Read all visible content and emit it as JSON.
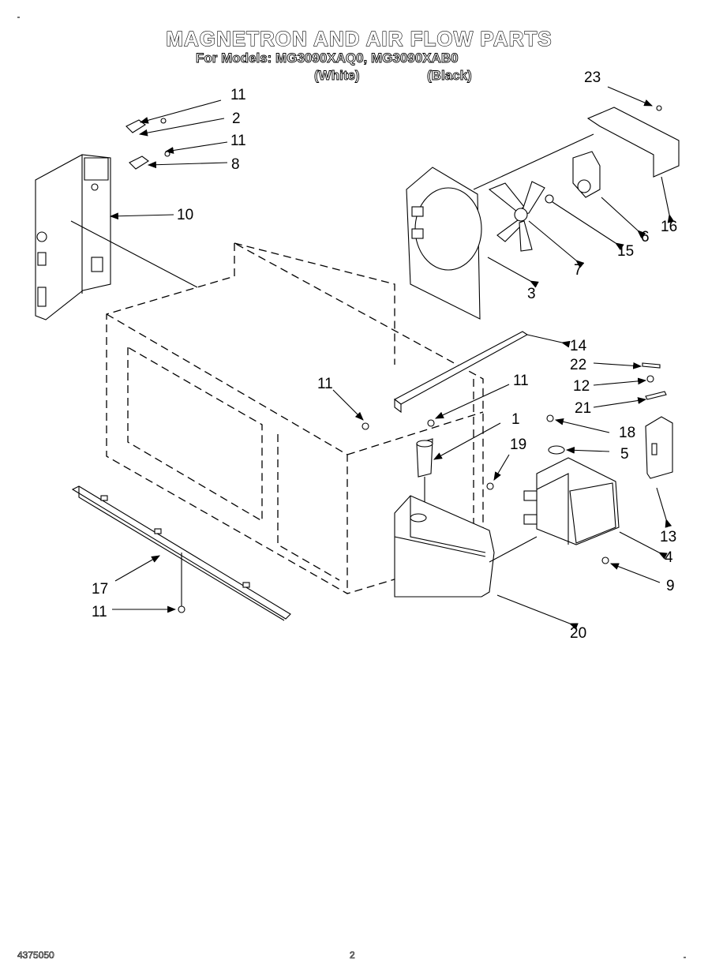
{
  "header": {
    "title": "MAGNETRON AND AIR FLOW PARTS",
    "subtitle": "For Models: MG3090XAQ0, MG3090XAB0",
    "variant_white": "(White)",
    "variant_black": "(Black)"
  },
  "callouts": {
    "c23": "23",
    "c11a": "11",
    "c2": "2",
    "c11b": "11",
    "c8": "8",
    "c10": "10",
    "c16": "16",
    "c6": "6",
    "c15": "15",
    "c7": "7",
    "c3": "3",
    "c14": "14",
    "c22": "22",
    "c12": "12",
    "c21": "21",
    "c11c": "11",
    "c11d": "11",
    "c1": "1",
    "c18": "18",
    "c5": "5",
    "c19": "19",
    "c13": "13",
    "c4": "4",
    "c9": "9",
    "c17": "17",
    "c11e": "11",
    "c20": "20"
  },
  "footer": {
    "doc_number": "4375050",
    "page_number": "2"
  }
}
